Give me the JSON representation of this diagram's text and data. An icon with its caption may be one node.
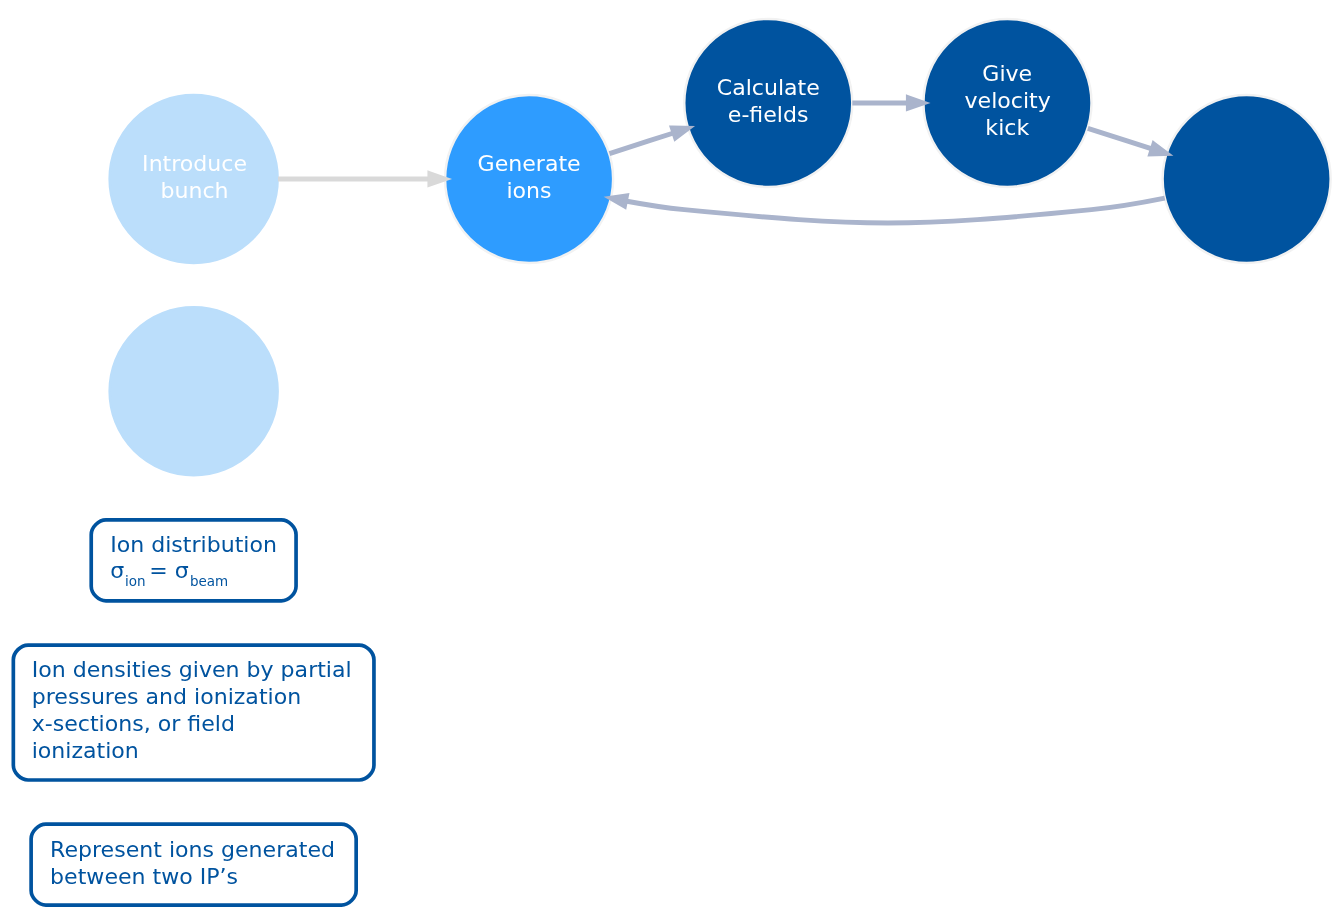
{
  "diagram": {
    "nodes": [
      {
        "text": [
          "Represent ions generated between two IP’s"
        ]
      },
      {
        "text": [
          "Ion densities given by partial pressures and ionization x-sections, or field ionization"
        ]
      },
      {
        "text": [
          "Ion distribution",
          "σ$_{ion}$ = σ$_{beam}$"
        ]
      },
      {
        "text": [],
        "shape": "circle"
      },
      {
        "text": [
          "Introduce bunch"
        ]
      },
      {
        "text": [
          "Generate ions"
        ]
      },
      {
        "text": [
          "Calculate e-fields"
        ]
      },
      {
        "text": [
          "Give velocity kick"
        ]
      },
      {
        "text": [],
        "shape": "circle"
      }
    ],
    "edges": [
      {
        "from": 4,
        "to": 5,
        "arrow": "to",
        "color": "#d9d9d9"
      },
      {
        "from": 5,
        "to": 6,
        "arrow": "to"
      },
      {
        "from": 6,
        "to": 7,
        "arrow": "to"
      },
      {
        "from": 7,
        "to": 8,
        "arrow": "to"
      },
      {
        "from": 8,
        "to": 5,
        "arrow": "to"
      }
    ]
  }
}
